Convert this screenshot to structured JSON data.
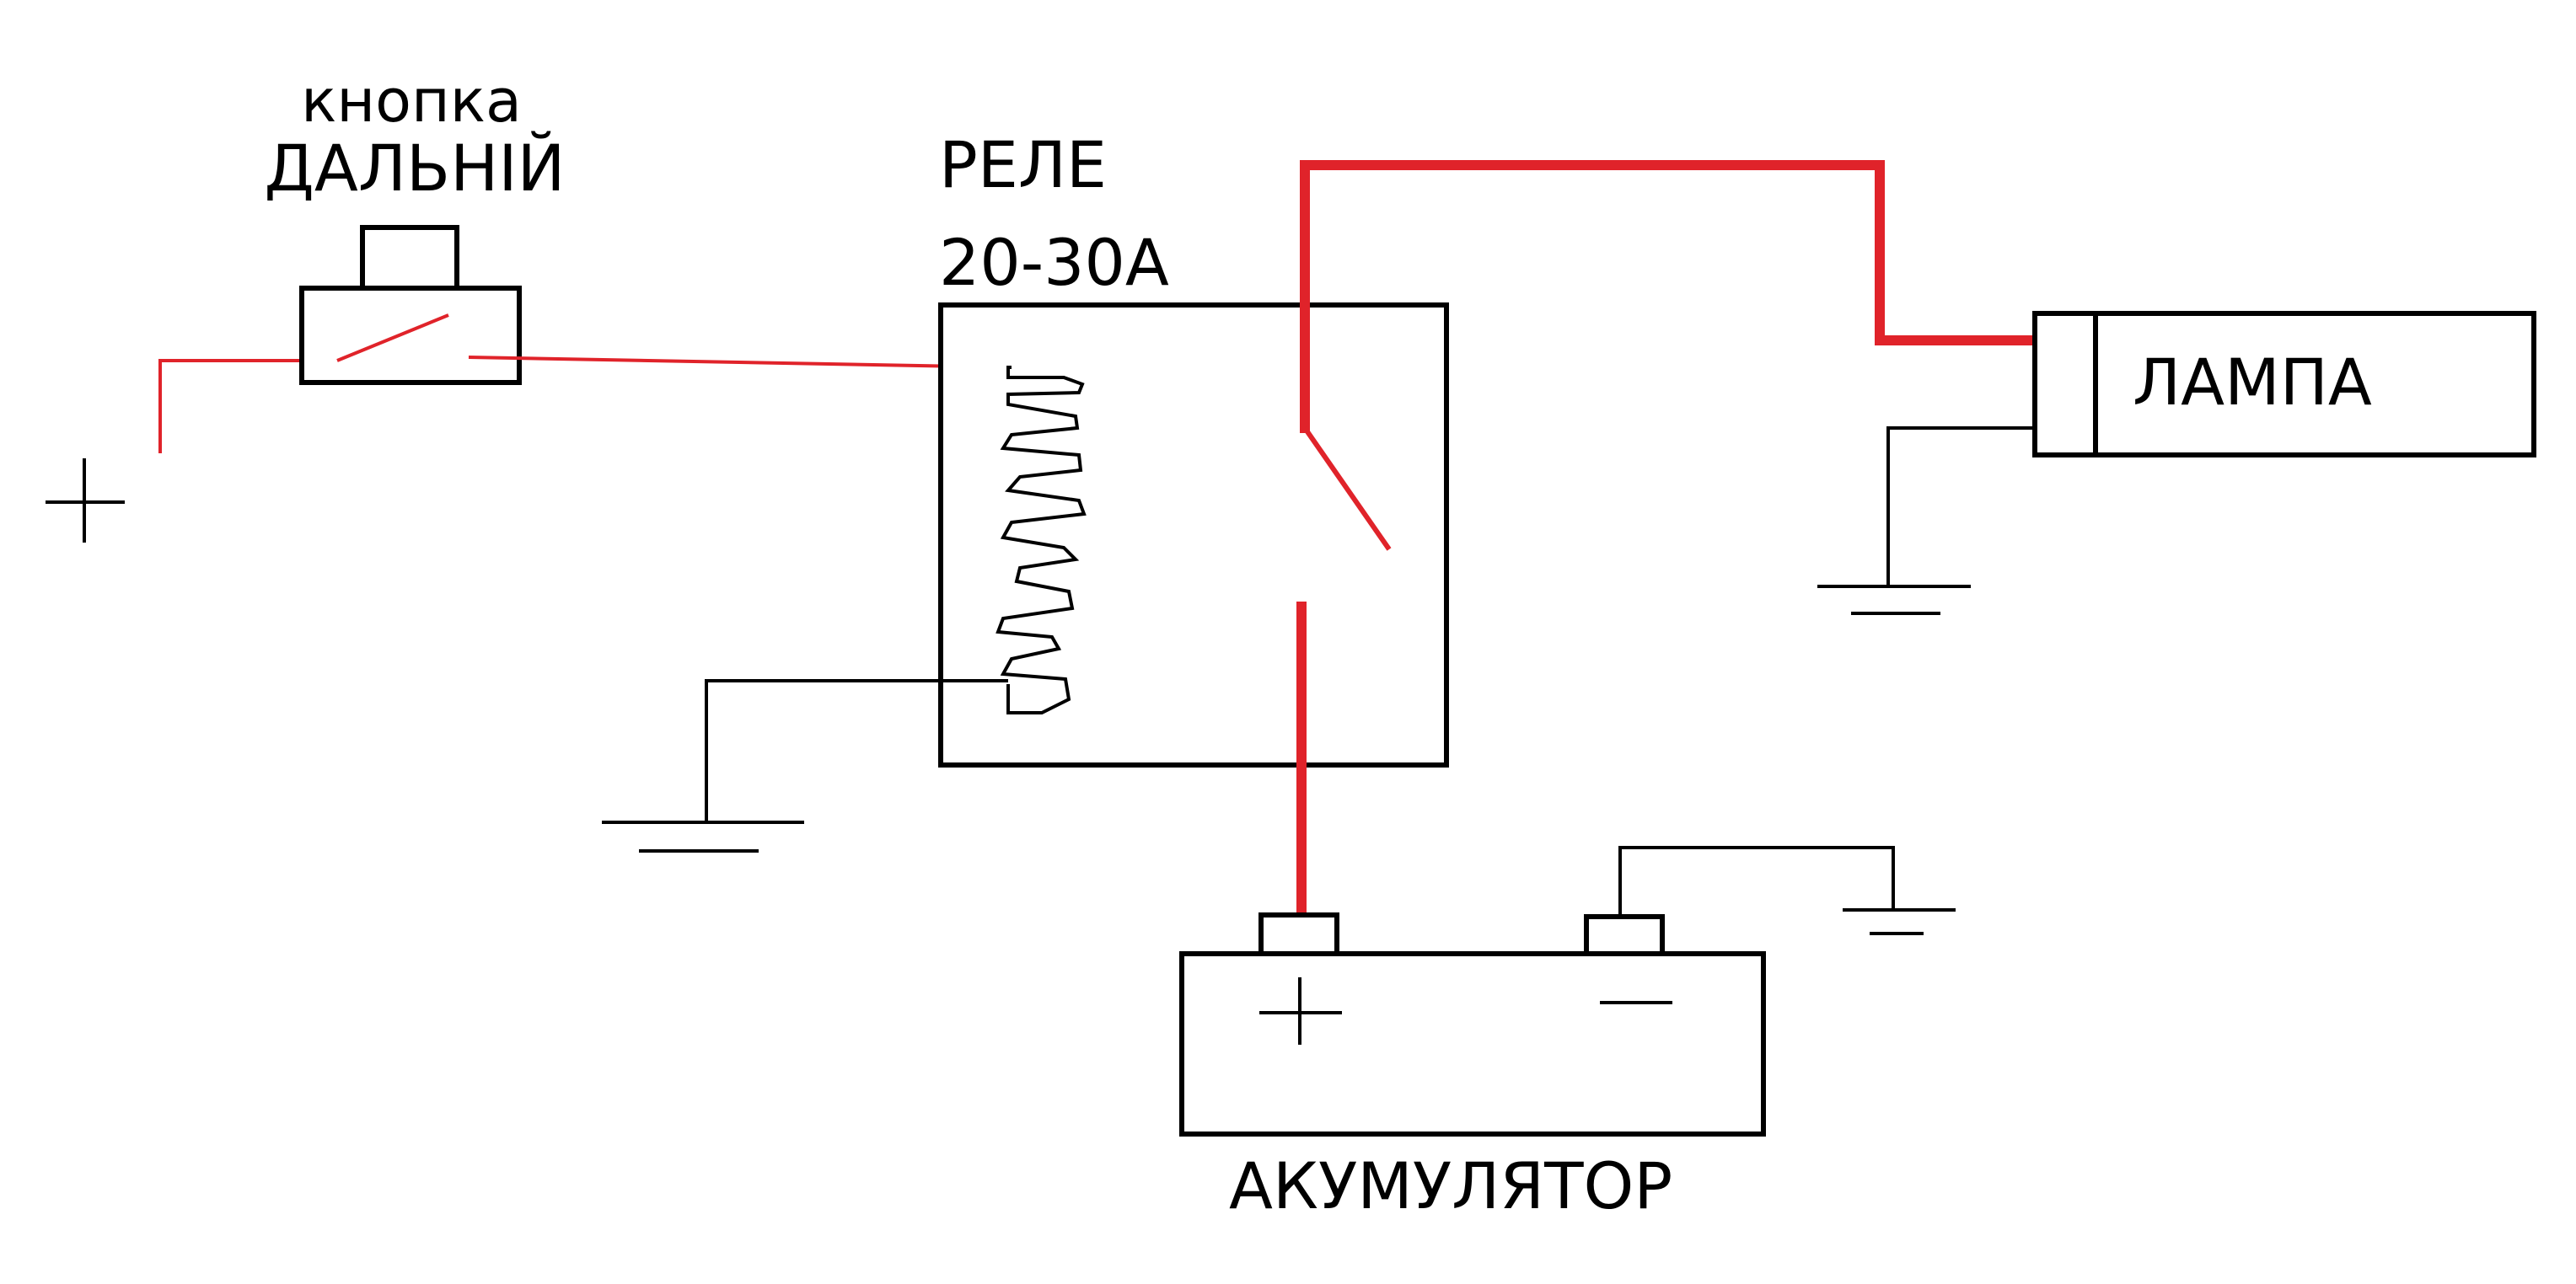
{
  "labels": {
    "button_line1": "кнопка",
    "button_line2": "ДАЛЬНІЙ",
    "relay_line1": "РЕЛЕ",
    "relay_line2": "20-30А",
    "lamp": "ЛАМПА",
    "battery": "АКУМУЛЯТОР"
  },
  "colors": {
    "positive_wire": "#e0232a",
    "ground_wire": "#000000",
    "background": "#ffffff"
  }
}
